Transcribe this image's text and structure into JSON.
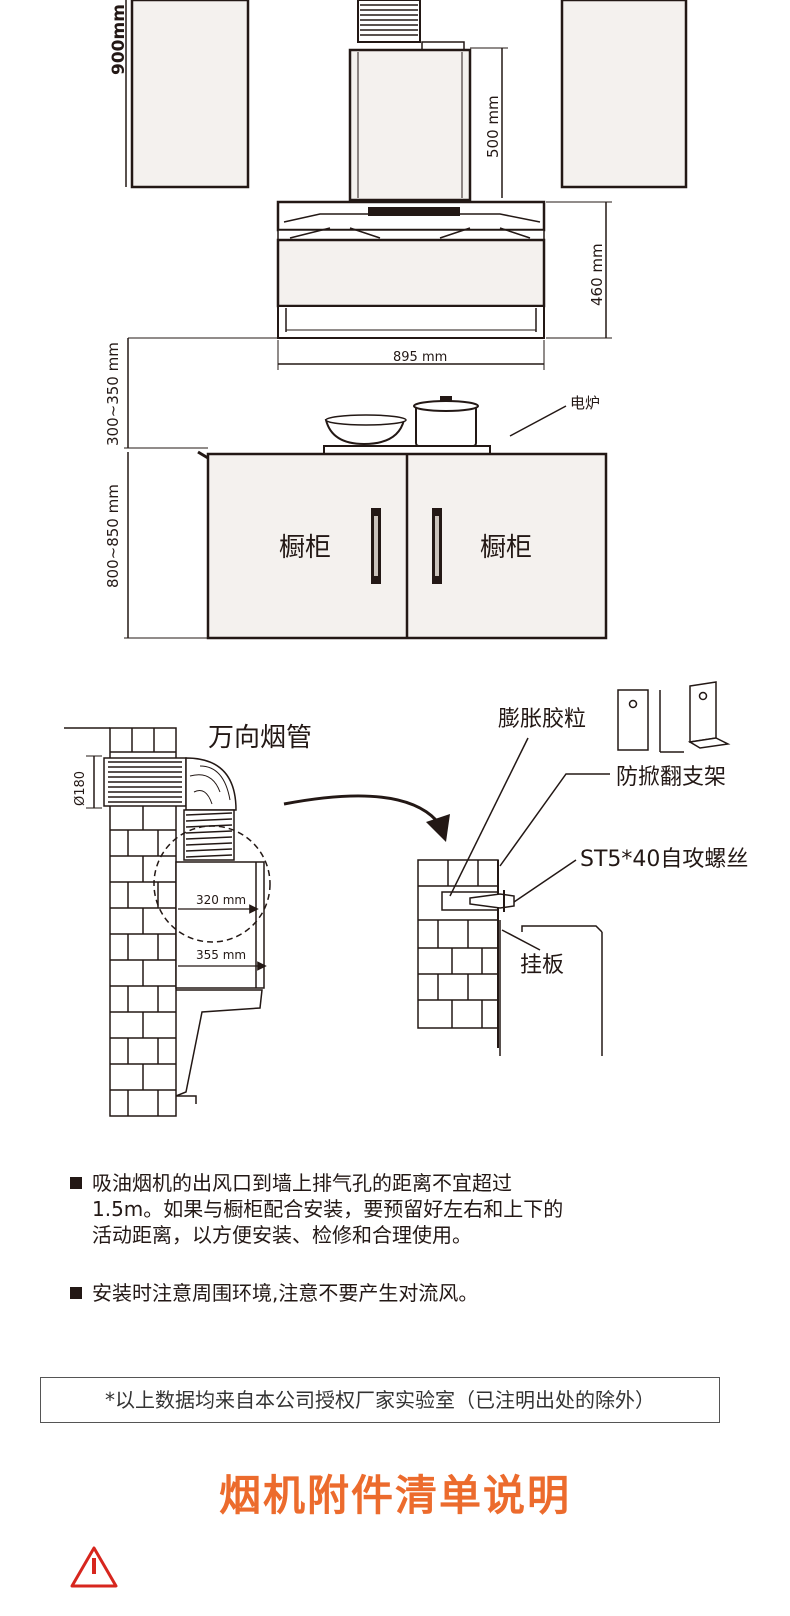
{
  "top_diagram": {
    "dims": {
      "cabinet_height": "900mm",
      "chimney_height": "500 mm",
      "hood_height": "460 mm",
      "hood_width": "895 mm",
      "hood_clearance": "300~350 mm",
      "counter_height": "800~850 mm"
    },
    "stove_label": "电炉",
    "cabinet_labels": [
      "橱柜",
      "橱柜"
    ]
  },
  "install_diagram": {
    "duct_label": "万向烟管",
    "duct_diameter": "Ø180",
    "dim_320": "320 mm",
    "dim_355": "355 mm",
    "expansion_label": "膨胀胶粒",
    "bracket_label": "防掀翻支架",
    "screw_label": "ST5*40自攻螺丝",
    "hanger_label": "挂板"
  },
  "notes": [
    "吸油烟机的出风口到墙上排气孔的距离不宜超过1.5m。如果与橱柜配合安装，要预留好左右和上下的活动距离，以方便安装、检修和合理使用。",
    "安装时注意周围环境,注意不要产生对流风。"
  ],
  "disclaimer": "*以上数据均来自本公司授权厂家实验室（已注明出处的除外）",
  "section_title": "烟机附件清单说明",
  "warning_label": "注意",
  "colors": {
    "accent": "#ec6b2d",
    "warning": "#d7261e",
    "line": "#231815",
    "cabinet": "#f4f1ee"
  }
}
